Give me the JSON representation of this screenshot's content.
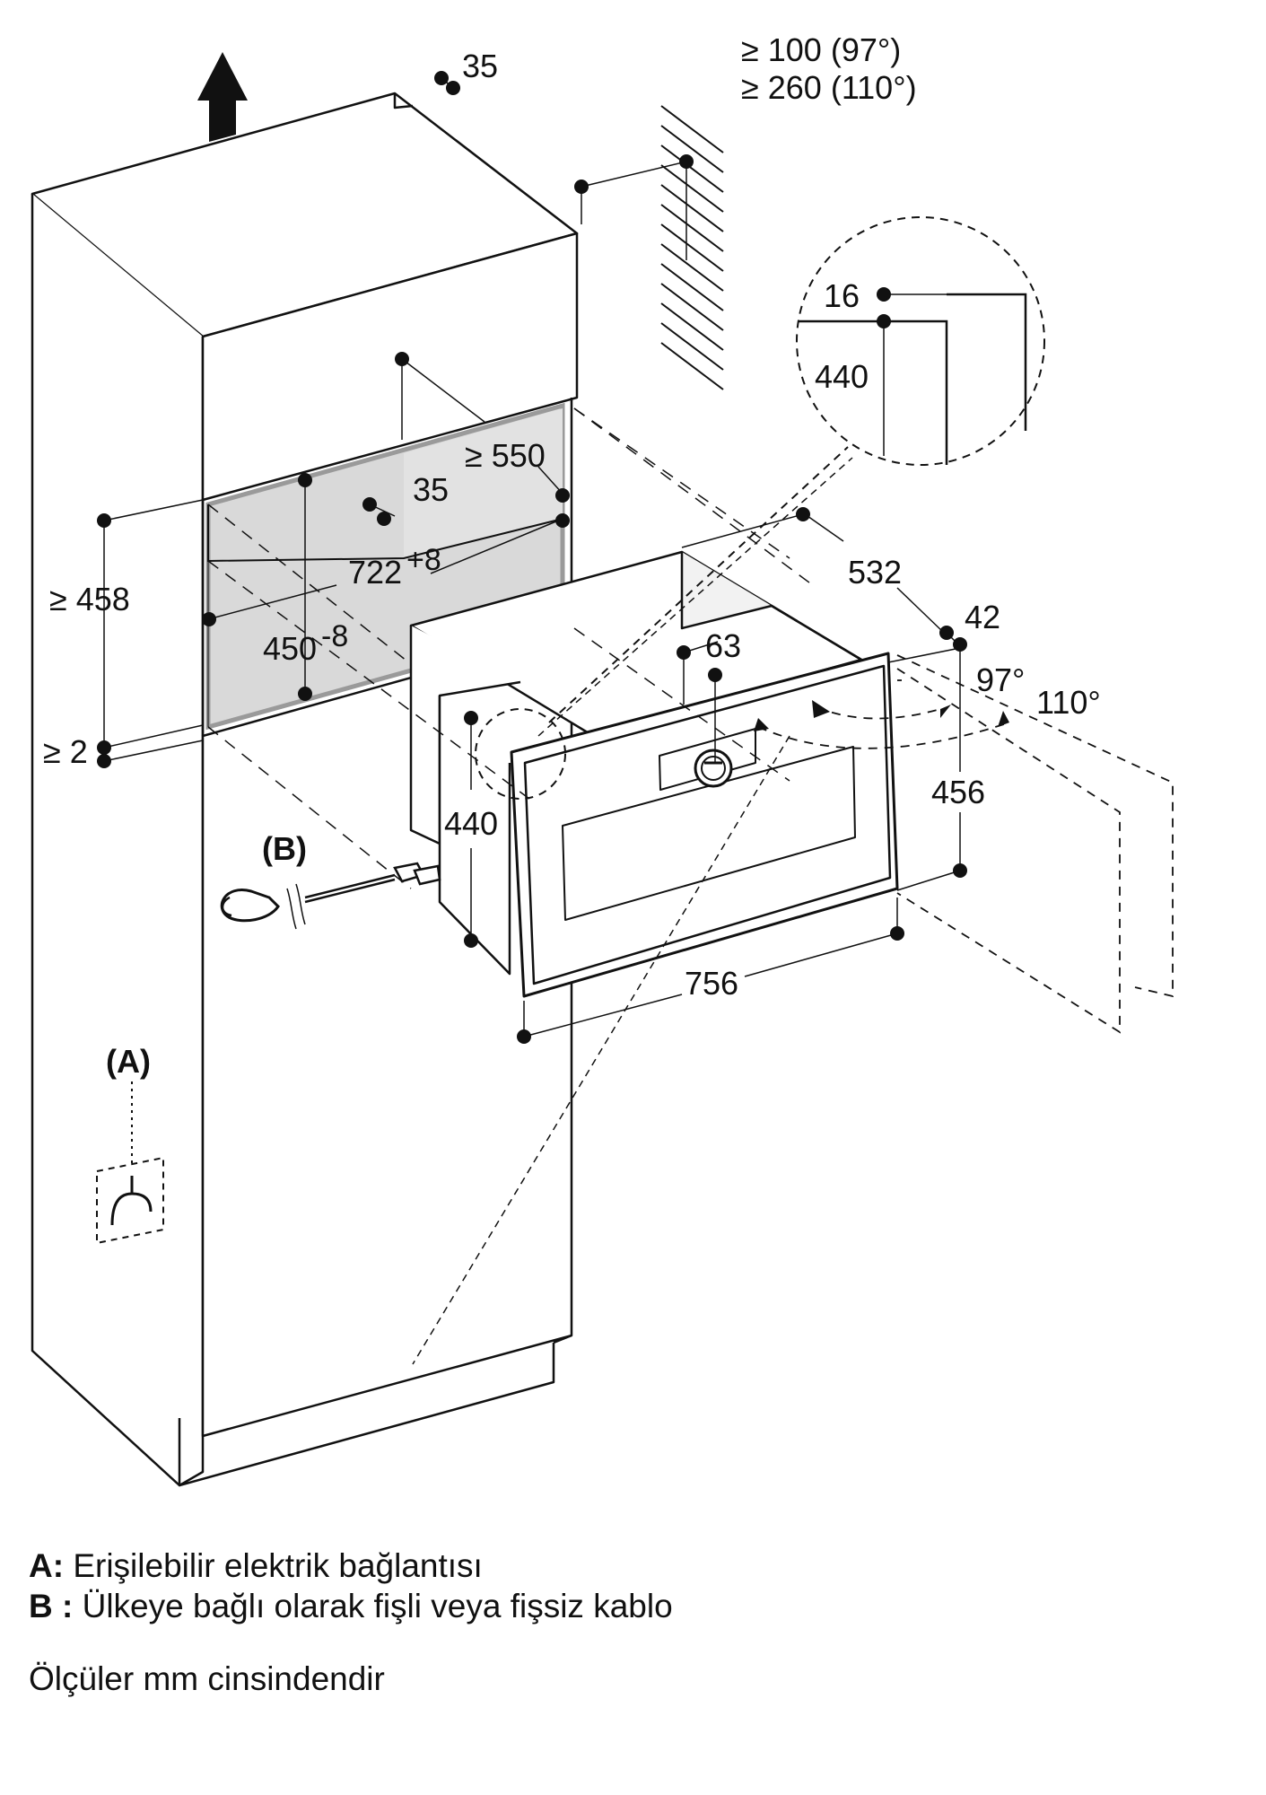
{
  "dimensions": {
    "top_gap": "35",
    "vent_clearance_97": "≥ 100 (97°)",
    "vent_clearance_110": "≥ 260 (110°)",
    "detail_gap": "16",
    "detail_height": "440",
    "niche_depth": "≥ 550",
    "niche_back_gap": "35",
    "niche_width": "722",
    "niche_width_tol": "+8",
    "niche_height": "450",
    "niche_height_tol": "-8",
    "cabinet_min_height": "≥ 458",
    "bottom_gap": "≥ 2",
    "appliance_depth": "532",
    "front_depth": "42",
    "handle_offset": "63",
    "door_angle_1": "97°",
    "door_angle_2": "110°",
    "front_height": "456",
    "body_height": "440",
    "front_width": "756"
  },
  "callouts": {
    "a": "(A)",
    "b": "(B)"
  },
  "legend": {
    "a_key": "A:",
    "a_text": "Erişilebilir elektrik bağlantısı",
    "b_key": "B :",
    "b_text": "Ülkeye bağlı olarak fişli veya fişsiz kablo"
  },
  "note": "Ölçüler mm cinsindendir"
}
